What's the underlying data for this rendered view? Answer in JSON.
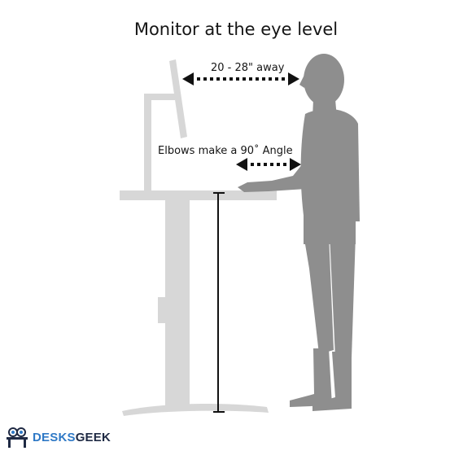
{
  "title": "Monitor at the eye level",
  "annotations": {
    "viewing_distance": "20 - 28\" away",
    "elbow_angle": "Elbows make a 90˚ Angle"
  },
  "logo": {
    "part1": "DESKS",
    "part2": "GEEK",
    "colors": {
      "part1": "#2f79c6",
      "part2": "#1f2a44"
    }
  },
  "colors": {
    "desk": "#d7d7d7",
    "person": "#8e8e8e",
    "arrow": "#111111"
  }
}
